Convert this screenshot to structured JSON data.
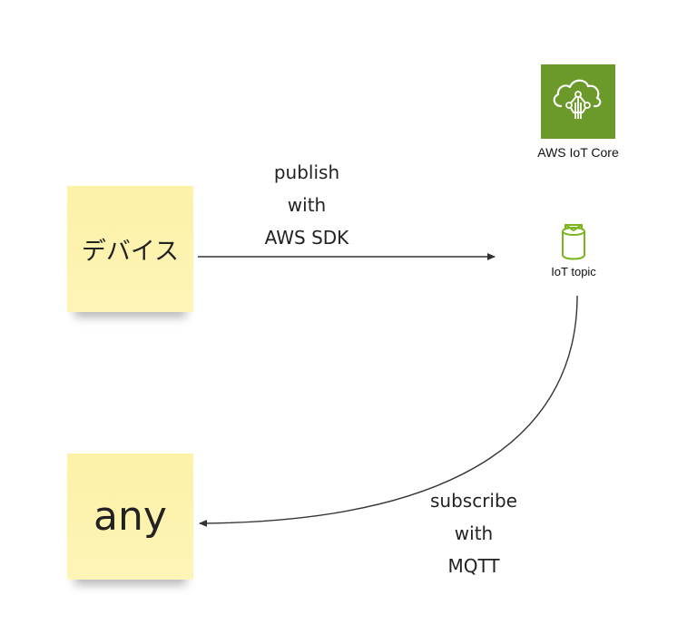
{
  "nodes": {
    "device_note": {
      "text": "デバイス"
    },
    "any_note": {
      "text": "any"
    },
    "iot_core": {
      "label": "AWS IoT Core",
      "icon": "aws-iot-core-icon"
    },
    "iot_topic": {
      "label": "IoT topic",
      "icon": "iot-topic-icon"
    }
  },
  "edges": {
    "publish": {
      "lines": [
        "publish",
        "with",
        "AWS SDK"
      ],
      "from": "デバイス",
      "to": "IoT topic"
    },
    "subscribe": {
      "lines": [
        "subscribe",
        "with",
        "MQTT"
      ],
      "from": "IoT topic",
      "to": "any"
    }
  },
  "colors": {
    "sticky": "#fdf2a8",
    "aws_green": "#6b9a2a",
    "topic_green": "#7ab51d",
    "line": "#333333"
  }
}
